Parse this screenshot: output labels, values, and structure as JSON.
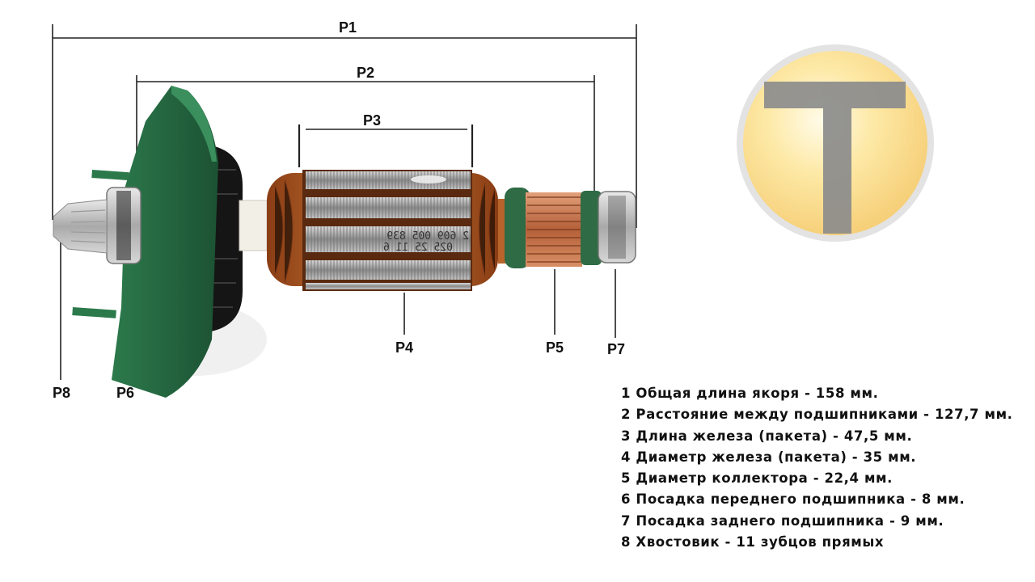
{
  "labels": {
    "p1": "P1",
    "p2": "P2",
    "p3": "P3",
    "p4": "P4",
    "p5": "P5",
    "p6": "P6",
    "p7": "P7",
    "p8": "P8"
  },
  "stamp": {
    "line1": "2 609 005 839",
    "line2": "025 25 11 6"
  },
  "logo": {
    "letter": "T",
    "icon": "T-letter-logo"
  },
  "legend": {
    "items": [
      "1 Общая длина якоря - 158 мм.",
      "2 Расстояние между подшипниками - 127,7 мм.",
      "3 Длина железа (пакета) - 47,5 мм.",
      "4 Диаметр железа (пакета) - 35 мм.",
      "5 Диаметр коллектора - 22,4 мм.",
      "6 Посадка переднего подшипника - 8 мм.",
      "7 Посадка заднего подшипника - 9 мм.",
      "8 Хвостовик - 11 зубцов прямых"
    ]
  },
  "colors": {
    "fan_green": "#2f7a4e",
    "fan_dark": "#1d5435",
    "core_dark": "#1b1b1b",
    "copper": "#b8642a",
    "lamination": "#8f8f8f",
    "commutator": "#c77a4e",
    "logo_glow": "#fbdc84",
    "logo_ring": "#e0e0e0"
  }
}
